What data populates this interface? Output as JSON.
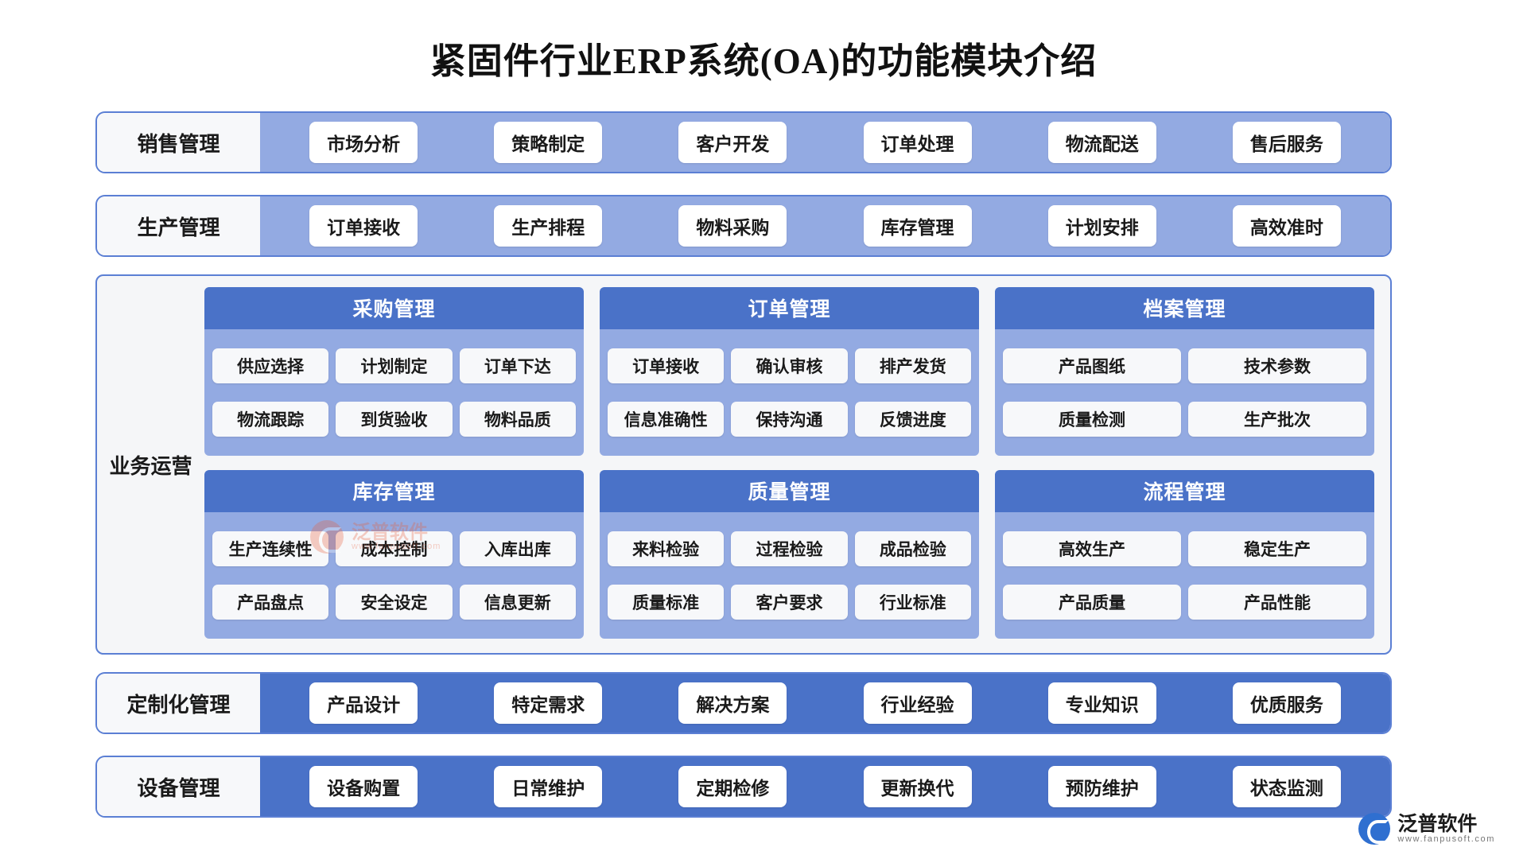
{
  "title": "紧固件行业ERP系统(OA)的功能模块介绍",
  "colors": {
    "accent_dark": "#4a72c8",
    "accent_light": "#93aae2",
    "border": "#5b7fd4",
    "chip_bg": "#f7f8fa",
    "watermark": "#e8603c"
  },
  "rows": {
    "sales": {
      "label": "销售管理",
      "items": [
        "市场分析",
        "策略制定",
        "客户开发",
        "订单处理",
        "物流配送",
        "售后服务"
      ]
    },
    "production": {
      "label": "生产管理",
      "items": [
        "订单接收",
        "生产排程",
        "物料采购",
        "库存管理",
        "计划安排",
        "高效准时"
      ]
    },
    "customization": {
      "label": "定制化管理",
      "items": [
        "产品设计",
        "特定需求",
        "解决方案",
        "行业经验",
        "专业知识",
        "优质服务"
      ]
    },
    "equipment": {
      "label": "设备管理",
      "items": [
        "设备购置",
        "日常维护",
        "定期检修",
        "更新换代",
        "预防维护",
        "状态监测"
      ]
    }
  },
  "operations": {
    "label": "业务运营",
    "cards": [
      {
        "title": "采购管理",
        "rows": [
          [
            "供应选择",
            "计划制定",
            "订单下达"
          ],
          [
            "物流跟踪",
            "到货验收",
            "物料品质"
          ]
        ]
      },
      {
        "title": "订单管理",
        "rows": [
          [
            "订单接收",
            "确认审核",
            "排产发货"
          ],
          [
            "信息准确性",
            "保持沟通",
            "反馈进度"
          ]
        ]
      },
      {
        "title": "档案管理",
        "rows": [
          [
            "产品图纸",
            "技术参数"
          ],
          [
            "质量检测",
            "生产批次"
          ]
        ]
      },
      {
        "title": "库存管理",
        "rows": [
          [
            "生产连续性",
            "成本控制",
            "入库出库"
          ],
          [
            "产品盘点",
            "安全设定",
            "信息更新"
          ]
        ]
      },
      {
        "title": "质量管理",
        "rows": [
          [
            "来料检验",
            "过程检验",
            "成品检验"
          ],
          [
            "质量标准",
            "客户要求",
            "行业标准"
          ]
        ]
      },
      {
        "title": "流程管理",
        "rows": [
          [
            "高效生产",
            "稳定生产"
          ],
          [
            "产品质量",
            "产品性能"
          ]
        ]
      }
    ]
  },
  "watermark": {
    "cn": "泛普软件",
    "en": "www.fanpusoft.com"
  },
  "brand": {
    "cn": "泛普软件",
    "en": "www.fanpusoft.com"
  }
}
